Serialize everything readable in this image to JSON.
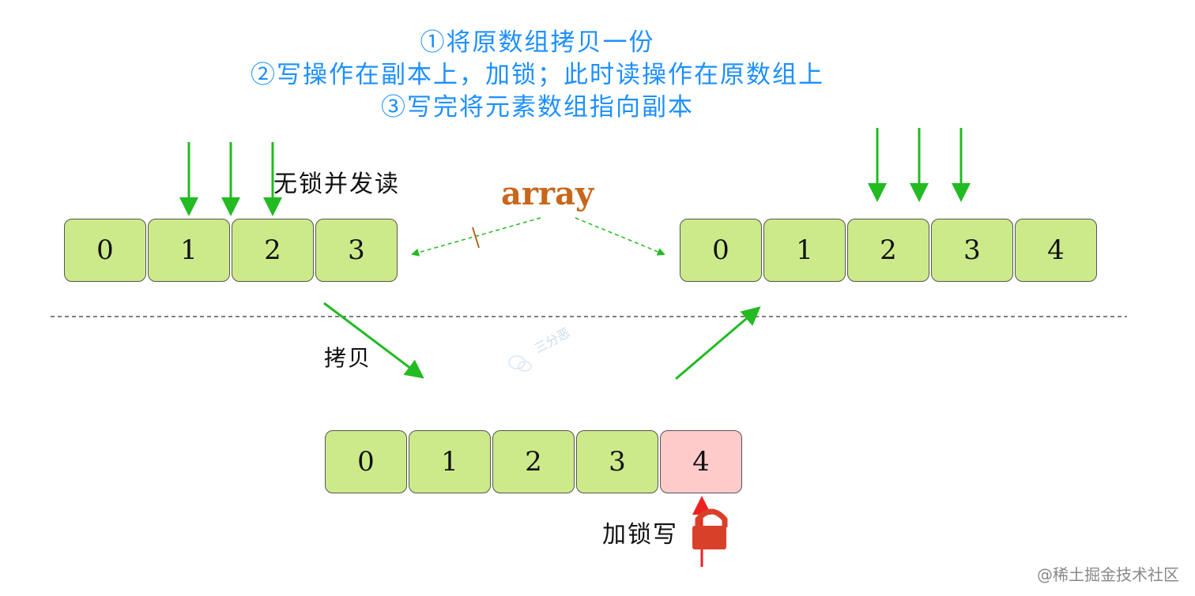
{
  "title_lines": [
    "①将原数组拷贝一份",
    "②写操作在副本上，加锁；此时读操作在原数组上",
    "③写完将元素数组指向副本"
  ],
  "labels": {
    "lock_free_read": "无锁并发读",
    "array": "array",
    "copy": "拷贝",
    "locked_write": "加锁写"
  },
  "arrays": {
    "original": [
      "0",
      "1",
      "2",
      "3"
    ],
    "new": [
      "0",
      "1",
      "2",
      "3",
      "4"
    ],
    "copy": [
      "0",
      "1",
      "2",
      "3",
      "4"
    ]
  },
  "watermark": "三分恶",
  "footer": "@稀土掘金技术社区",
  "colors": {
    "title": "#1e90ff",
    "array_label": "#c8661a",
    "cell_fill": "#cdea8a",
    "new_cell_fill": "#ffcaca",
    "green_arrow": "#22bb22",
    "red_arrow": "#ee2222",
    "lock": "#d9402a"
  }
}
